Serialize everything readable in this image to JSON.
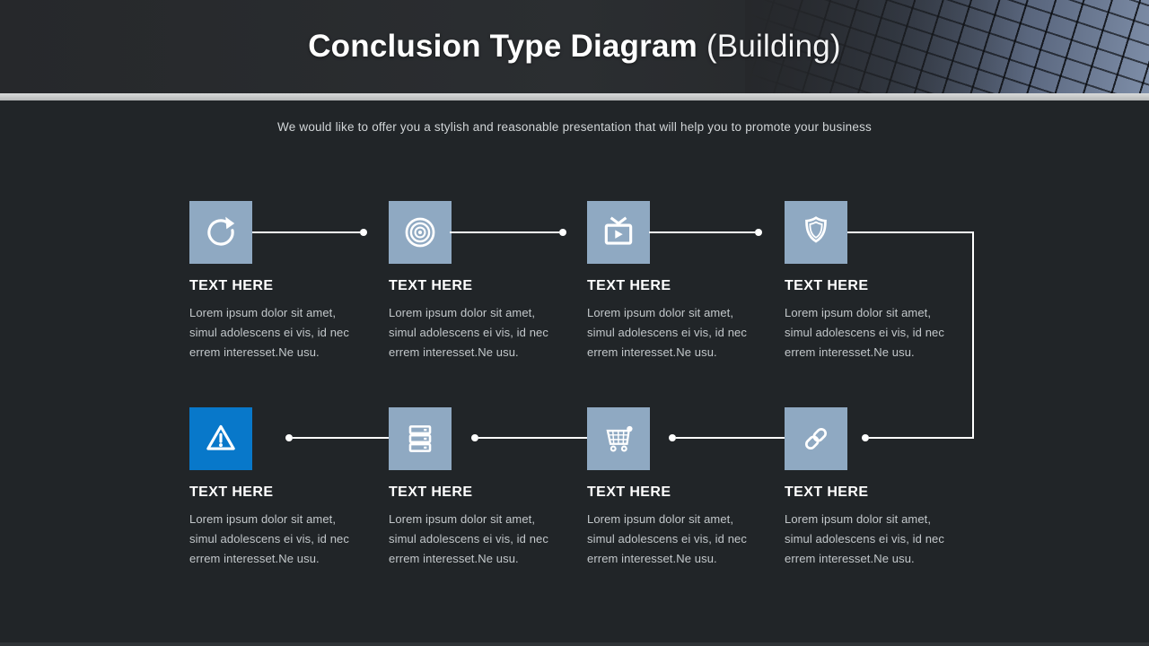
{
  "slide": {
    "title_bold": "Conclusion Type Diagram",
    "title_light": "(Building)",
    "subtitle": "We would like to offer you a stylish and reasonable presentation that will help you to promote your business"
  },
  "items": [
    {
      "icon": "redo-icon",
      "title": "TEXT HERE",
      "body": [
        "Lorem ipsum dolor  sit amet,",
        "simul adolescens ei vis, id nec",
        "errem interesset.Ne usu."
      ]
    },
    {
      "icon": "target-icon",
      "title": "TEXT HERE",
      "body": [
        "Lorem ipsum dolor  sit amet,",
        "simul adolescens ei vis, id nec",
        "errem interesset.Ne usu."
      ]
    },
    {
      "icon": "tv-icon",
      "title": "TEXT HERE",
      "body": [
        "Lorem ipsum dolor  sit amet,",
        "simul adolescens ei vis, id nec",
        "errem interesset.Ne usu."
      ]
    },
    {
      "icon": "shield-icon",
      "title": "TEXT HERE",
      "body": [
        "Lorem ipsum dolor  sit amet,",
        "simul adolescens ei vis, id nec",
        "errem interesset.Ne usu."
      ]
    },
    {
      "icon": "warning-icon",
      "title": "TEXT HERE",
      "body": [
        "Lorem ipsum dolor  sit amet,",
        "simul adolescens ei vis, id nec",
        "errem interesset.Ne usu."
      ]
    },
    {
      "icon": "server-icon",
      "title": "TEXT HERE",
      "body": [
        "Lorem ipsum dolor  sit amet,",
        "simul adolescens ei vis, id nec",
        "errem interesset.Ne usu."
      ]
    },
    {
      "icon": "cart-icon",
      "title": "TEXT HERE",
      "body": [
        "Lorem ipsum dolor  sit amet,",
        "simul adolescens ei vis, id nec",
        "errem interesset.Ne usu."
      ]
    },
    {
      "icon": "link-icon",
      "title": "TEXT HERE",
      "body": [
        "Lorem ipsum dolor  sit amet,",
        "simul adolescens ei vis, id nec",
        "errem interesset.Ne usu."
      ]
    }
  ],
  "colors": {
    "background": "#212528",
    "header_bg": "#26282B",
    "divider": "#C6C8C8",
    "icon_box": "#8FA9C2",
    "icon_box_highlight": "#0878CA",
    "connector": "#FFFFFF",
    "title_text": "#FFFFFF",
    "body_text": "#C3C8CB"
  }
}
